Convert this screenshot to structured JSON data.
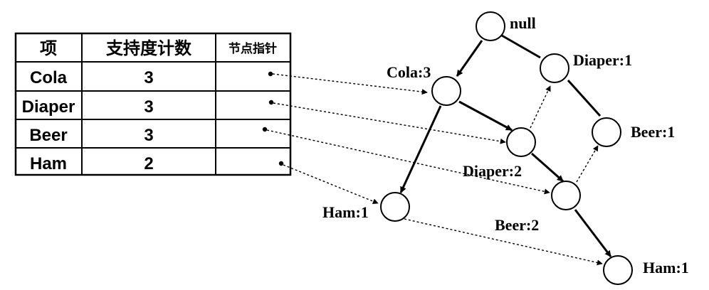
{
  "header_table": {
    "columns": [
      "项",
      "支持度计数",
      "节点指针"
    ],
    "rows": [
      {
        "item": "Cola",
        "count": "3"
      },
      {
        "item": "Diaper",
        "count": "3"
      },
      {
        "item": "Beer",
        "count": "3"
      },
      {
        "item": "Ham",
        "count": "2"
      }
    ]
  },
  "tree": {
    "root": "null",
    "nodes": {
      "cola3": "Cola:3",
      "diaper1": "Diaper:1",
      "diaper2": "Diaper:2",
      "beer1": "Beer:1",
      "beer2": "Beer:2",
      "ham1_left": "Ham:1",
      "ham1_right": "Ham:1"
    }
  }
}
